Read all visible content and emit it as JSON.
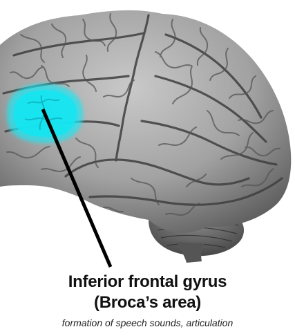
{
  "label": {
    "title": "Inferior frontal gyrus",
    "subtitle": "(Broca’s area)",
    "description": "formation of speech sounds, articulation"
  },
  "colors": {
    "background": "#ffffff",
    "brain_fill": "#9c9c9c",
    "brain_dark": "#4e4e4e",
    "highlight": "#22e4f0",
    "pointer": "#000000",
    "text": "#111111"
  }
}
